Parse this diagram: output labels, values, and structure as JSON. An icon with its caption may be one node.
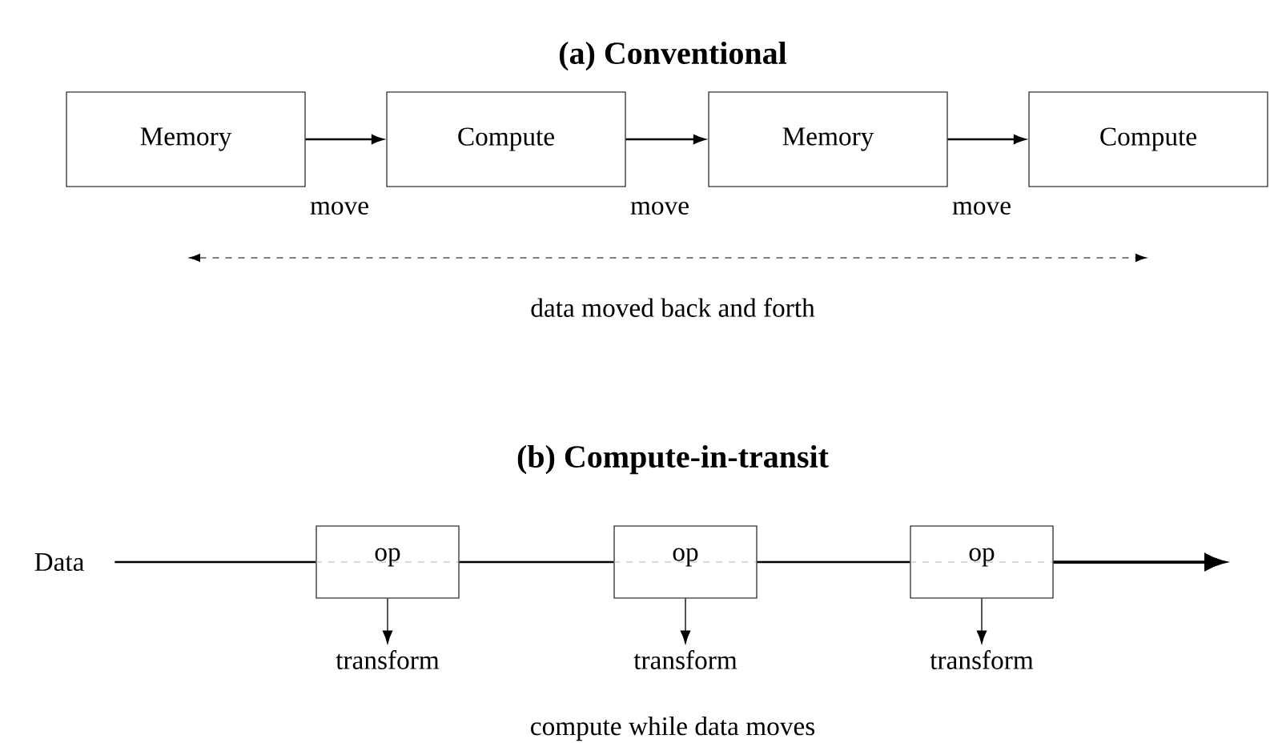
{
  "diagram": {
    "nodes": [
      {
        "text": [
          "Memory"
        ]
      },
      {
        "text": [
          "Compute"
        ]
      },
      {
        "text": [
          "Memory"
        ]
      },
      {
        "text": [
          "Compute"
        ]
      },
      {
        "text": [
          "Data"
        ]
      },
      {
        "text": [
          "op"
        ]
      },
      {
        "text": [
          "op"
        ]
      },
      {
        "text": [
          "op"
        ]
      },
      {
        "text": [
          "transform"
        ]
      },
      {
        "text": [
          "transform"
        ]
      },
      {
        "text": [
          "transform"
        ]
      }
    ],
    "edges": [
      {
        "from": 0,
        "to": 1,
        "arrow": "to",
        "label": "move"
      },
      {
        "from": 1,
        "to": 2,
        "arrow": "to",
        "label": "move"
      },
      {
        "from": 2,
        "to": 3,
        "arrow": "to",
        "label": "move"
      },
      {
        "from": 4,
        "to": 5,
        "arrow": "none"
      },
      {
        "from": 5,
        "to": 6,
        "arrow": "none"
      },
      {
        "from": 6,
        "to": 7,
        "arrow": "none"
      },
      {
        "from": 7,
        "to": null,
        "arrow": "to"
      },
      {
        "from": 5,
        "to": 8,
        "arrow": "to"
      },
      {
        "from": 6,
        "to": 9,
        "arrow": "to"
      },
      {
        "from": 7,
        "to": 10,
        "arrow": "to"
      }
    ],
    "labels": [
      "(a) Conventional",
      "data moved back and forth",
      "(b) Compute-in-transit",
      "compute while data moves"
    ]
  }
}
